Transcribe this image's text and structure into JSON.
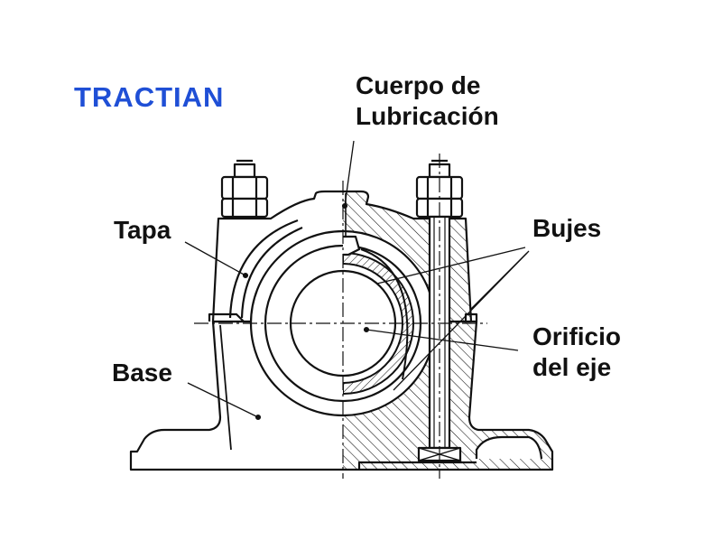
{
  "brand": {
    "name": "TRACTIAN",
    "color": "#1f4fd6"
  },
  "labels": {
    "cuerpo": [
      "Cuerpo de",
      "Lubricación"
    ],
    "tapa": "Tapa",
    "bujes": "Bujes",
    "base": "Base",
    "orificio": [
      "Orificio",
      "del eje"
    ]
  },
  "colors": {
    "ink": "#111111",
    "paper": "#ffffff"
  }
}
